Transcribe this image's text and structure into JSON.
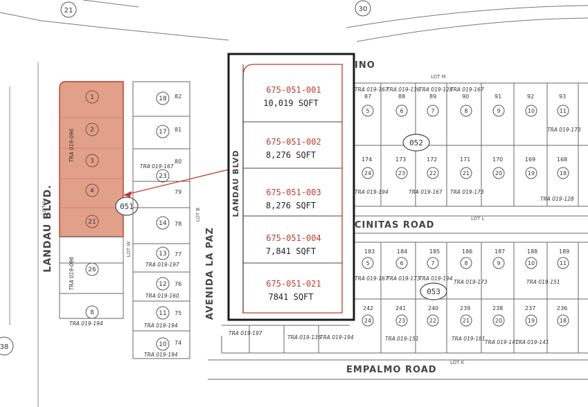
{
  "map": {
    "roads": {
      "landau_blvd": "LANDAU BLVD.",
      "avenida_la_paz": "AVENIDA LA PAZ",
      "camino_partial": "INO",
      "encinitas_partial": "CINITAS ROAD",
      "empalmo": "EMPALMO ROAD"
    },
    "book_pages": {
      "left": "051",
      "top_right": "052",
      "bottom_right": "053"
    },
    "edge_circles": [
      "21",
      "30",
      "38"
    ],
    "lots": [
      "LOT M",
      "LOT L",
      "LOT K",
      "LOT A",
      "LOT W",
      "LOT B"
    ],
    "highlighted_parcels": [
      "1",
      "2",
      "3",
      "4",
      "21"
    ],
    "left_block_parcels": [
      "26",
      "8"
    ],
    "mid_block_parcels": [
      "18",
      "17",
      "23",
      "14",
      "13",
      "12",
      "11",
      "10"
    ],
    "mid_block_lot_nums": [
      "82",
      "81",
      "80",
      "79",
      "78",
      "77",
      "76",
      "75",
      "74"
    ],
    "top_right_parcels": [
      "5",
      "6",
      "7",
      "8",
      "9",
      "10",
      "11",
      "24",
      "23",
      "22",
      "21",
      "20",
      "19",
      "18"
    ],
    "top_right_lot_nums": [
      "87",
      "88",
      "89",
      "90",
      "91",
      "92",
      "93",
      "174",
      "173",
      "172",
      "171",
      "170",
      "169",
      "168"
    ],
    "bottom_right_parcels": [
      "5",
      "6",
      "7",
      "8",
      "9",
      "10",
      "11",
      "24",
      "23",
      "22",
      "21",
      "20",
      "19",
      "18"
    ],
    "bottom_right_lot_nums": [
      "183",
      "184",
      "185",
      "186",
      "187",
      "188",
      "189",
      "242",
      "241",
      "240",
      "239",
      "238",
      "237",
      "236"
    ],
    "tra_labels": [
      "TRA 019-096",
      "TRA 019-167",
      "TRA 019-194",
      "TRA 019-197",
      "TRA 019-160",
      "TRA 019-136",
      "TRA 019-128",
      "TRA 019-173",
      "TRA 019-151",
      "TRA 019-181",
      "TRA 019-141"
    ]
  },
  "callout": {
    "street_label": "LANDAU BLVD",
    "parcels": [
      {
        "apn": "675-051-001",
        "sqft": "10,019 SQFT"
      },
      {
        "apn": "675-051-002",
        "sqft": "8,276 SQFT"
      },
      {
        "apn": "675-051-003",
        "sqft": "8,276 SQFT"
      },
      {
        "apn": "675-051-004",
        "sqft": "7,841 SQFT"
      },
      {
        "apn": "675-051-021",
        "sqft": "7841 SQFT"
      }
    ]
  },
  "colors": {
    "highlight_fill": "#e0a08a",
    "highlight_stroke": "#c0392b",
    "pointer_line": "#c0392b",
    "callout_border": "#1a1a1a",
    "line": "#666666"
  }
}
